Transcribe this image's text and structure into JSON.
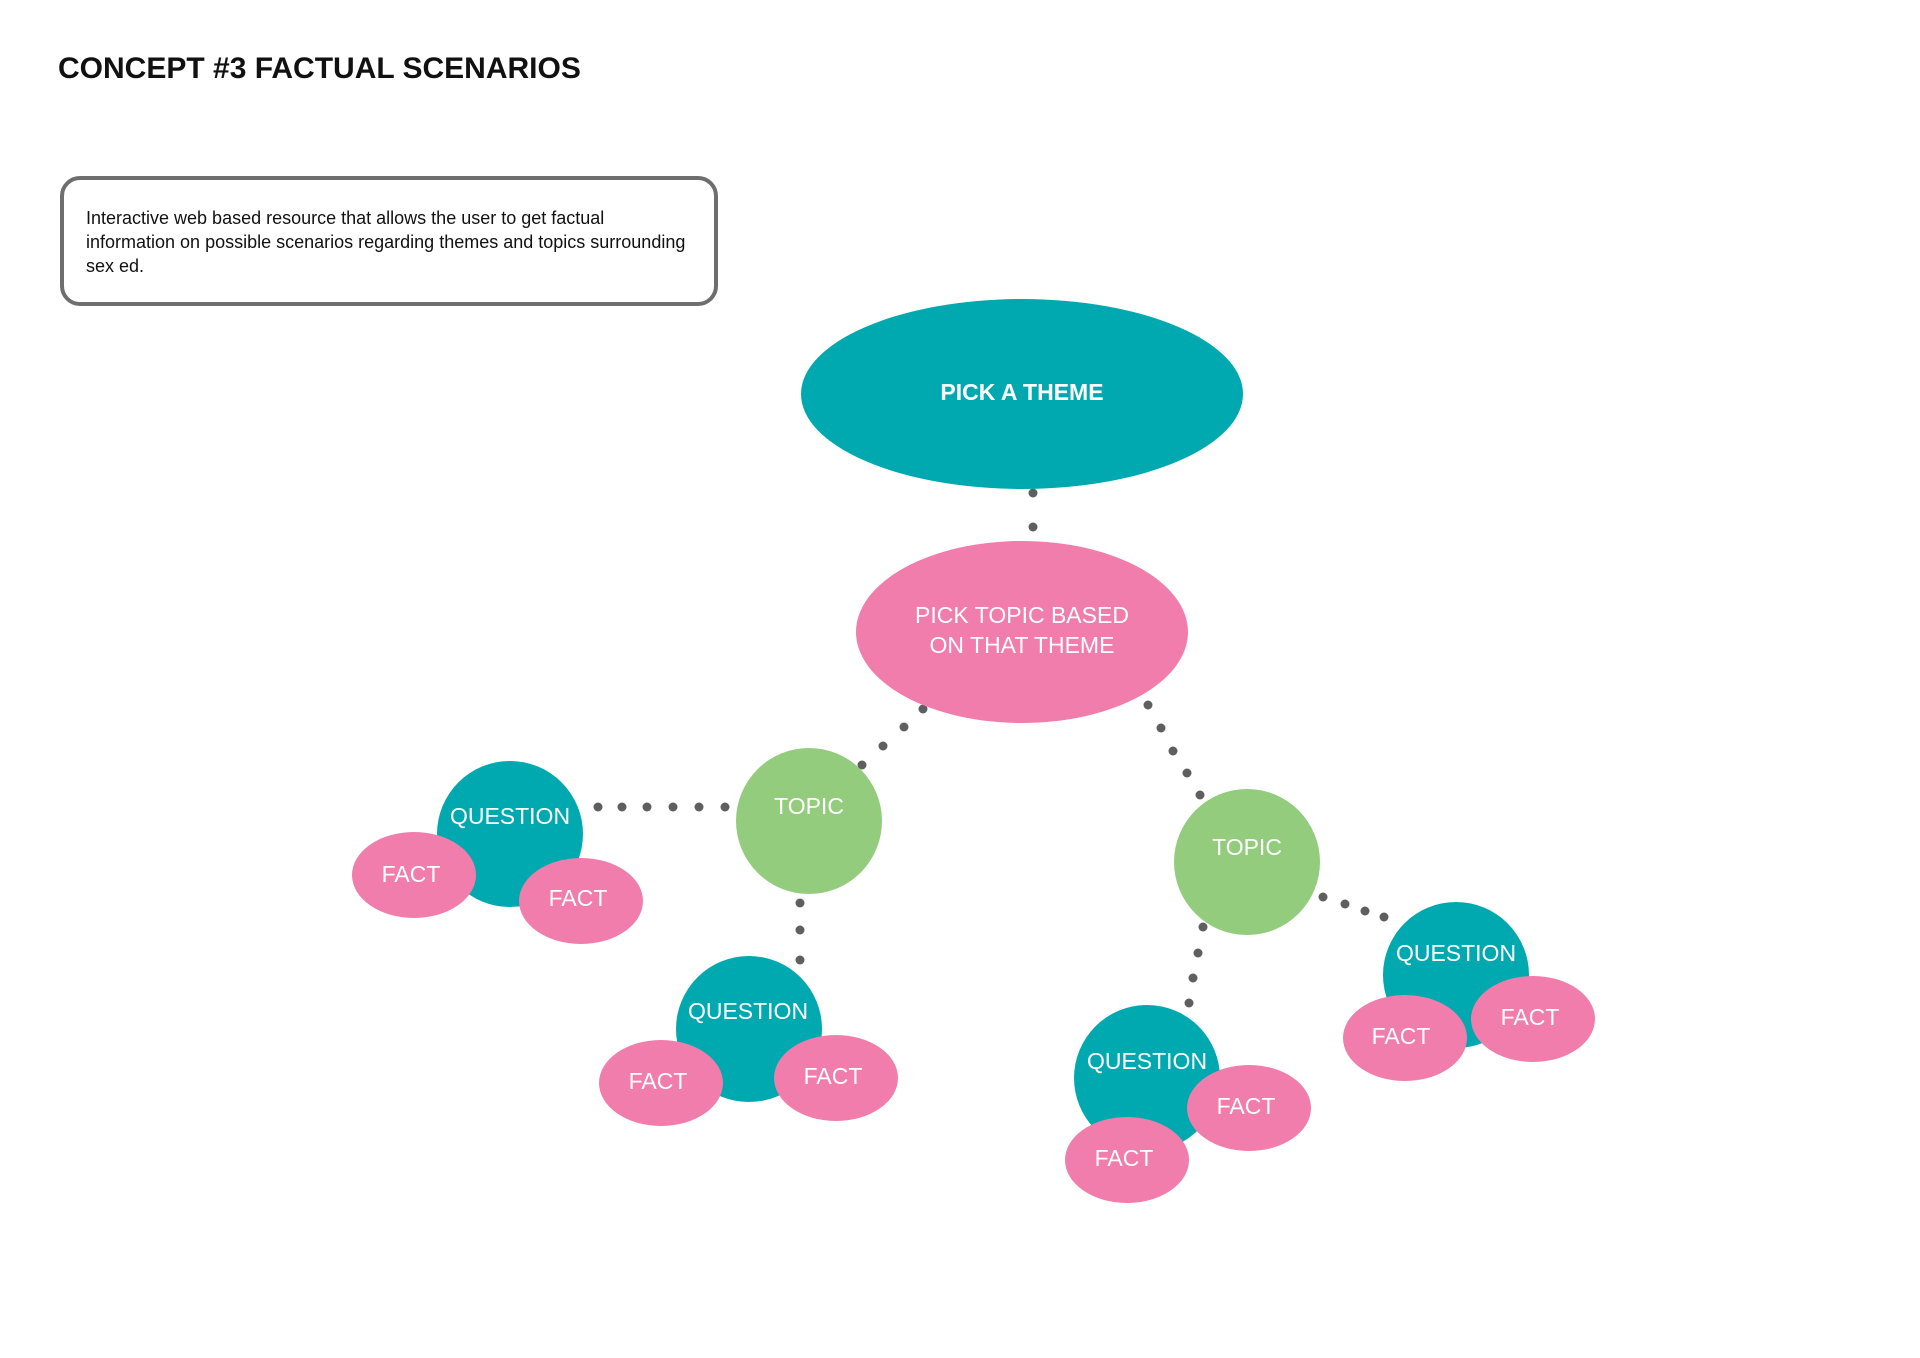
{
  "title": "CONCEPT #3 FACTUAL SCENARIOS",
  "description": "Interactive web based resource that allows the user to get factual information on possible scenarios regarding themes and topics surrounding sex ed.",
  "colors": {
    "teal": "#00A9AF",
    "pink": "#F07DAB",
    "green": "#94CC7E",
    "dots": "#5f5f5f",
    "border": "#6e6e6e"
  },
  "diagram": {
    "theme": {
      "label": "PICK A THEME"
    },
    "topic_picker": {
      "label_line1": "PICK TOPIC BASED",
      "label_line2": "ON THAT THEME"
    },
    "topics": [
      {
        "label": "TOPIC",
        "questions": [
          {
            "label": "QUESTION",
            "facts": [
              "FACT",
              "FACT"
            ]
          },
          {
            "label": "QUESTION",
            "facts": [
              "FACT",
              "FACT"
            ]
          }
        ]
      },
      {
        "label": "TOPIC",
        "questions": [
          {
            "label": "QUESTION",
            "facts": [
              "FACT",
              "FACT"
            ]
          },
          {
            "label": "QUESTION",
            "facts": [
              "FACT",
              "FACT"
            ]
          }
        ]
      }
    ]
  }
}
